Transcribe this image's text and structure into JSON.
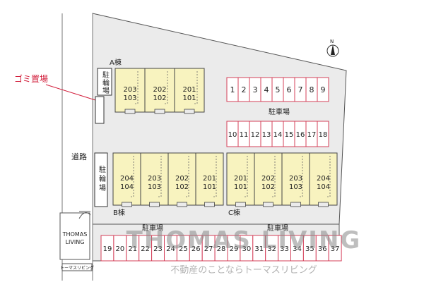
{
  "north_label": "N",
  "buildings": {
    "a": {
      "label": "A棟",
      "upper_rooms": [
        "203",
        "202",
        "201"
      ],
      "lower_rooms": [
        "103",
        "102",
        "101"
      ]
    },
    "b": {
      "label": "B棟",
      "upper_rooms": [
        "204",
        "203",
        "202",
        "201"
      ],
      "lower_rooms": [
        "104",
        "103",
        "102",
        "101"
      ]
    },
    "c": {
      "label": "C棟",
      "upper_rooms": [
        "201",
        "202",
        "203",
        "204"
      ],
      "lower_rooms": [
        "101",
        "102",
        "103",
        "104"
      ]
    }
  },
  "bicycle_parking_label": "駐輪場",
  "garbage_label": "ゴミ置場",
  "road_label": "道路",
  "parking_label": "駐車場",
  "parking_rows": {
    "top": [
      "1",
      "2",
      "3",
      "4",
      "5",
      "6",
      "7",
      "8",
      "9"
    ],
    "middle": [
      "10",
      "11",
      "12",
      "13",
      "14",
      "15",
      "16",
      "17",
      "18"
    ],
    "bottom": [
      "19",
      "20",
      "21",
      "22",
      "23",
      "24",
      "25",
      "26",
      "27",
      "28",
      "29",
      "30",
      "31",
      "32",
      "33",
      "34",
      "35",
      "36",
      "37"
    ]
  },
  "logo": {
    "line1": "THOMAS",
    "line2": "LIVING",
    "caption": "トーマスリビング"
  },
  "watermark": {
    "main": "THOMAS LIVING",
    "sub": "不動産のことならトーマスリビング"
  },
  "colors": {
    "site": "#ebebeb",
    "building": "#f8f3bf",
    "parking_border": "#d4405a",
    "parking_fill": "#ffffff",
    "label_red": "#d21f3c",
    "text": "#222222"
  }
}
